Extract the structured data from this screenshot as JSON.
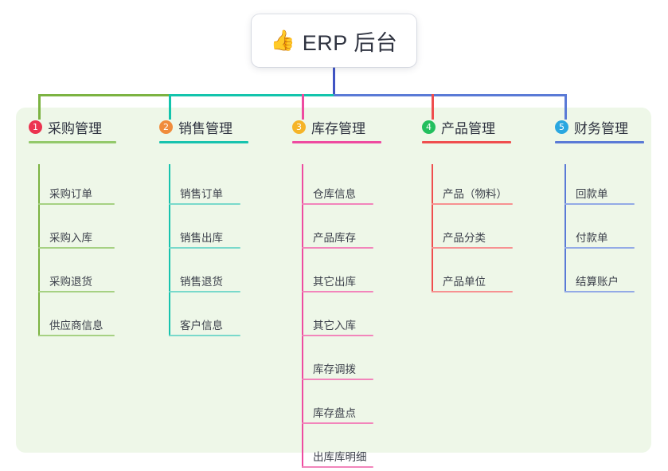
{
  "diagram": {
    "type": "mindmap",
    "root": {
      "emoji": "👍",
      "emoji_name": "thumbs-up-icon",
      "title": "ERP 后台"
    },
    "trunk_color": "#4054c4",
    "panel_color": "#eef7e8",
    "branches": [
      {
        "index": "1",
        "title": "采购管理",
        "badge_color": "#ec3450",
        "line_color": "#7cb342",
        "rule_color": "#93c96a",
        "leaf_rule_color": "#a6d183",
        "connector_color": "#7cb342",
        "leaves": [
          "采购订单",
          "采购入库",
          "采购退货",
          "供应商信息"
        ]
      },
      {
        "index": "2",
        "title": "销售管理",
        "badge_color": "#f08c3c",
        "line_color": "#17c3ae",
        "rule_color": "#17c3ae",
        "leaf_rule_color": "#79d9cb",
        "connector_color": "#13c4ac",
        "leaves": [
          "销售订单",
          "销售出库",
          "销售退货",
          "客户信息"
        ]
      },
      {
        "index": "3",
        "title": "库存管理",
        "badge_color": "#f5b428",
        "line_color": "#ee4ba0",
        "rule_color": "#ee4ba0",
        "leaf_rule_color": "#f285bb",
        "connector_color": "#ee4ba0",
        "leaves": [
          "仓库信息",
          "产品库存",
          "其它出库",
          "其它入库",
          "库存调拨",
          "库存盘点",
          "出库库明细"
        ]
      },
      {
        "index": "4",
        "title": "产品管理",
        "badge_color": "#23bf5e",
        "line_color": "#ef4e4e",
        "rule_color": "#ef4e4e",
        "leaf_rule_color": "#f79191",
        "connector_color": "#ef4e4e",
        "leaves": [
          "产品（物料）",
          "产品分类",
          "产品单位"
        ]
      },
      {
        "index": "5",
        "title": "财务管理",
        "badge_color": "#2aa7e0",
        "line_color": "#5a7ad6",
        "rule_color": "#5a7ad6",
        "leaf_rule_color": "#93aae6",
        "connector_color": "#5a7ad6",
        "leaves": [
          "回款单",
          "付款单",
          "结算账户"
        ]
      }
    ]
  }
}
